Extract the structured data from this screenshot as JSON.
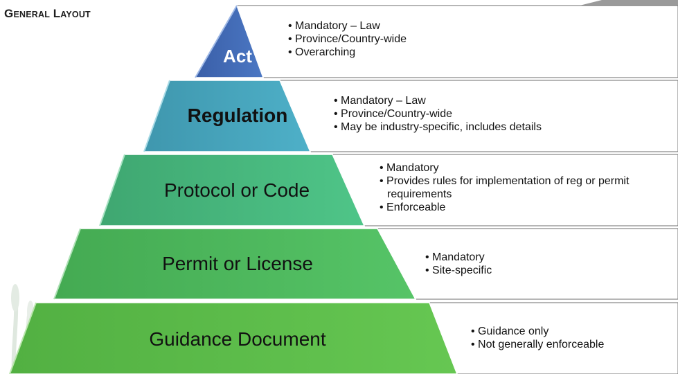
{
  "heading": {
    "first": "G",
    "first_rest": "ENERAL",
    "second": "L",
    "second_rest": "AYOUT"
  },
  "tiers": [
    {
      "label": "Act",
      "bullets": [
        "Mandatory – Law",
        "Province/Country-wide",
        "Overarching"
      ],
      "color": "#3f68b3"
    },
    {
      "label": "Regulation",
      "bullets": [
        "Mandatory – Law",
        "Province/Country-wide",
        "May be industry-specific, includes details"
      ],
      "color": "#44a3bb"
    },
    {
      "label": "Protocol or Code",
      "bullets": [
        "Mandatory",
        "Provides rules for implementation of reg or permit requirements",
        "Enforceable"
      ],
      "color": "#44b67a"
    },
    {
      "label": "Permit or License",
      "bullets": [
        "Mandatory",
        "Site-specific"
      ],
      "color": "#4bb85a"
    },
    {
      "label": "Guidance Document",
      "bullets": [
        "Guidance only",
        "Not generally enforceable"
      ],
      "color": "#5bbf4a"
    }
  ]
}
